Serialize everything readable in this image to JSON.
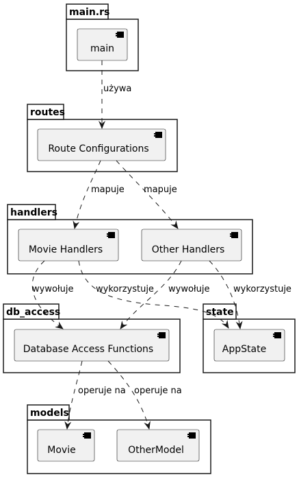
{
  "packages": {
    "main_rs": "main.rs",
    "routes": "routes",
    "handlers": "handlers",
    "db_access": "db_access",
    "state": "state",
    "models": "models"
  },
  "components": {
    "main": "main",
    "route_configurations": "Route Configurations",
    "movie_handlers": "Movie Handlers",
    "other_handlers": "Other Handlers",
    "database_access_functions": "Database Access Functions",
    "appstate": "AppState",
    "movie": "Movie",
    "othermodel": "OtherModel"
  },
  "edges": {
    "main_to_routes": "używa",
    "routes_to_movie": "mapuje",
    "routes_to_other": "mapuje",
    "movie_to_db": "wywołuje",
    "movie_to_state": "wykorzystuje",
    "other_to_db": "wywołuje",
    "other_to_state": "wykorzystuje",
    "db_to_movie": "operuje na",
    "db_to_othermodel": "operuje na"
  },
  "colors": {
    "component_fill": "#f1f1f1",
    "stroke": "#181818",
    "background": "#ffffff"
  }
}
